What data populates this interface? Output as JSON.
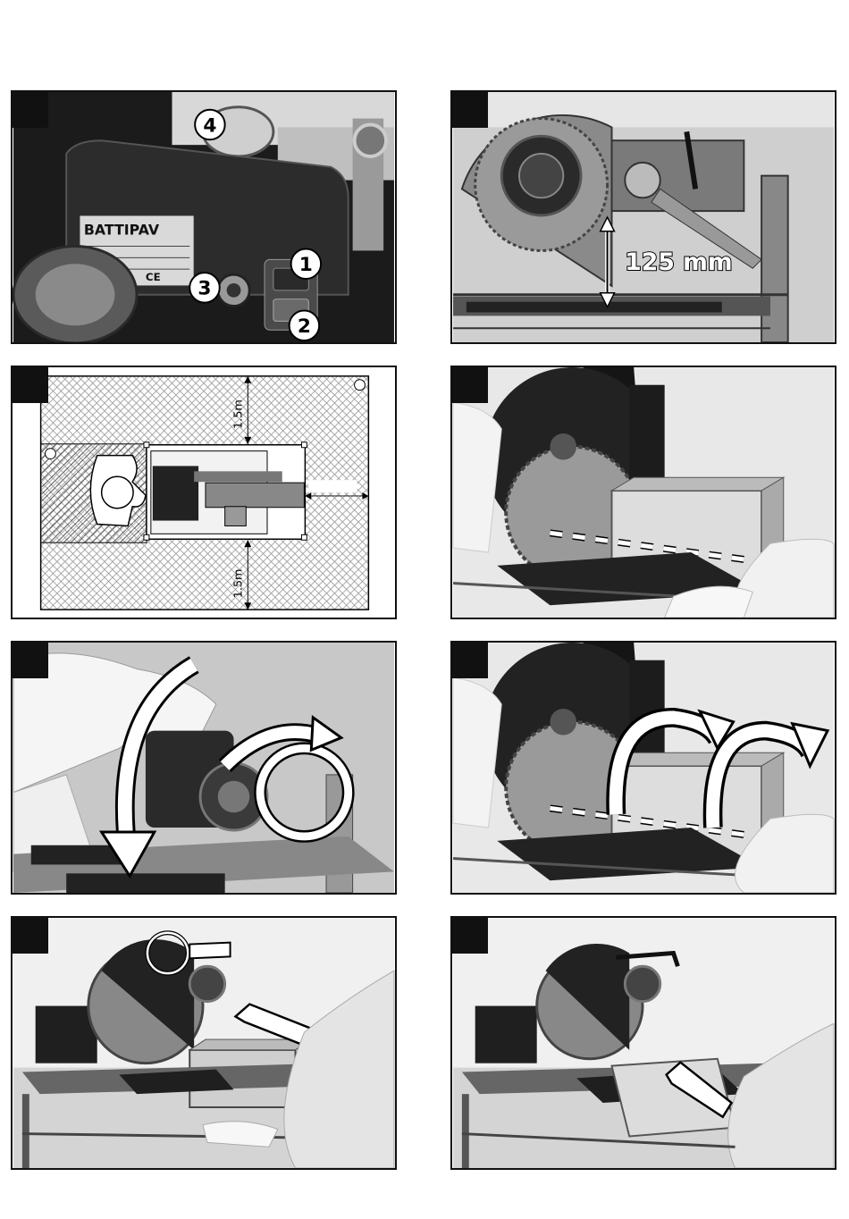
{
  "panels": {
    "p1": {
      "brand": "BATTIPAV",
      "ce_mark": "CE",
      "callouts": [
        "1",
        "2",
        "3",
        "4"
      ]
    },
    "p2": {
      "dimension": "125 mm"
    },
    "p3": {
      "clearance_top": "1.5m",
      "clearance_bottom": "1.5m"
    }
  }
}
